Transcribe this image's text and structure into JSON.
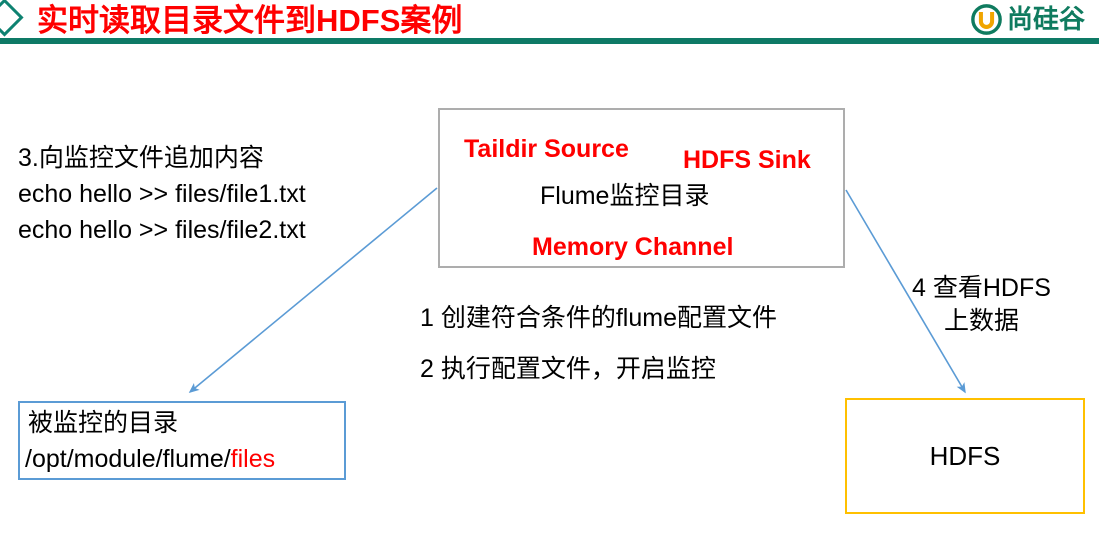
{
  "header": {
    "title": "实时读取目录文件到HDFS案例",
    "diamond_icon": "diamond-outline-icon",
    "rule_color": "#0e7a66",
    "title_color": "#ff0000"
  },
  "logo": {
    "mark": "shangguigu-u-circle-icon",
    "text": "尚硅谷",
    "color": "#0f7b5f"
  },
  "left_steps": {
    "line1": "3.向监控文件追加内容",
    "line2": "echo hello >> files/file1.txt",
    "line3": "echo hello >> files/file2.txt"
  },
  "flume_box": {
    "source": "Taildir Source",
    "sink": "HDFS Sink",
    "watch_dir": "Flume监控目录",
    "channel": "Memory Channel",
    "border_color": "#adadad",
    "accent_color": "#ff0000"
  },
  "center_steps": {
    "line1": "1 创建符合条件的flume配置文件",
    "line2": "2 执行配置文件，开启监控"
  },
  "right_step": {
    "line1": "4 查看HDFS",
    "line2": "上数据"
  },
  "monitored_box": {
    "label": "被监控的目录",
    "path_prefix": "/opt/module/flume/",
    "path_highlight": "files",
    "border_color": "#5b9bd5",
    "highlight_color": "#ff0000"
  },
  "hdfs_box": {
    "label": "HDFS",
    "border_color": "#ffc000"
  },
  "arrows": {
    "color": "#5b9bd5",
    "left_arrow": "flume-box-to-monitored-dir",
    "right_arrow": "flume-box-to-hdfs"
  }
}
